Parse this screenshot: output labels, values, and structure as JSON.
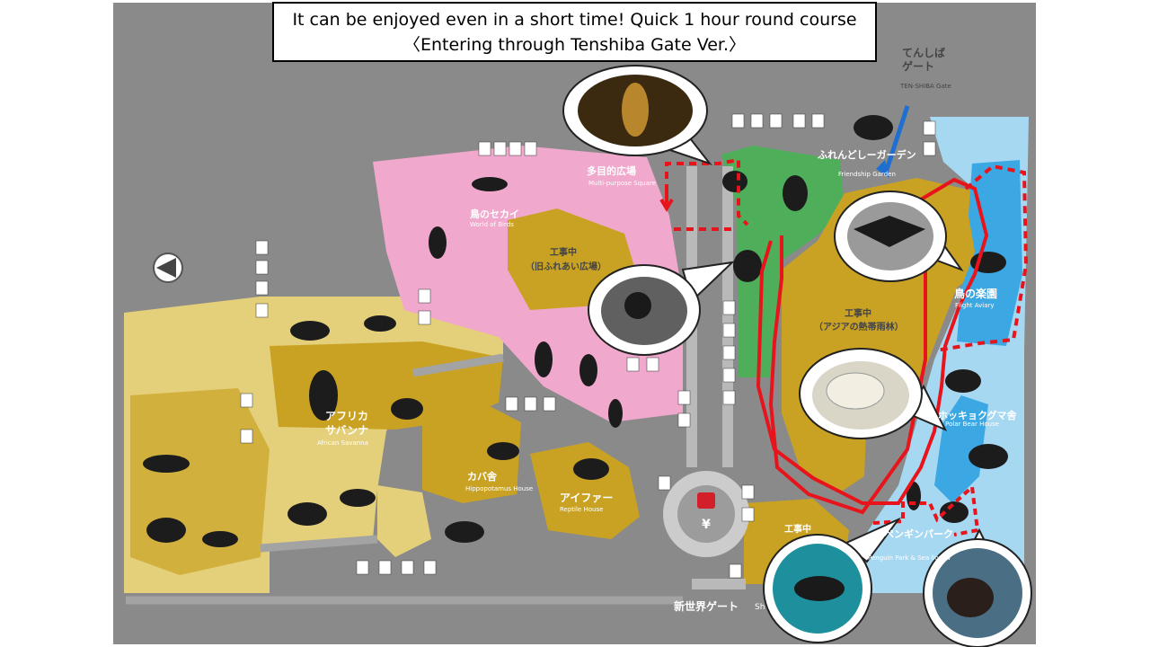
{
  "title": {
    "line1": "It can be enjoyed even in a short time! Quick 1 hour round course",
    "line2": "〈Entering through Tenshiba Gate Ver.〉"
  },
  "colors": {
    "background": "#8a8a8a",
    "savanna": "#e4cf7a",
    "exhibit": "#c9a223",
    "birds": "#f0a8cc",
    "garden": "#4fae5a",
    "aquatic": "#a7d8f2",
    "route": "#e8141c"
  },
  "icons": [
    "compass-arrow-icon",
    "restroom-icon",
    "wheelchair-icon",
    "baby-icon",
    "cafe-icon",
    "shop-icon",
    "gate-icon",
    "coin-locker-icon"
  ],
  "labels": {
    "tenshiba_gate_jp": "てんしば\nゲート",
    "tenshiba_gate_en": "TEN-SHIBA Gate",
    "friendship_garden_jp": "ふれんどしーガーデン",
    "friendship_garden_en": "Friendship Garden",
    "multipurpose_jp": "多目的広場",
    "multipurpose_en": "Multi-purpose Square",
    "birds_jp": "鳥のセカイ",
    "birds_en": "World of Birds",
    "construction_jp": "工事中",
    "former_square_jp": "（旧ふれあい広場）",
    "asia_construction_jp": "工事中",
    "asia_rainforest_jp": "（アジアの熱帯雨林）",
    "flight_aviary_jp": "鳥の楽園",
    "flight_aviary_en": "Flight Aviary",
    "polar_bear_jp": "ホッキョクグマ舎",
    "polar_bear_en": "Polar Bear House",
    "penguin_jp": "ペンギンパーク",
    "penguin_en": "Penguin Park & Sea lion W",
    "savanna_jp1": "アフリカ",
    "savanna_jp2": "サバンナ",
    "savanna_en": "African Savanna",
    "hippo_jp": "カバ舎",
    "hippo_en": "Hippopotamus House",
    "reptile_jp": "アイファー",
    "reptile_en": "Reptile House",
    "south_construction_jp": "工事中",
    "shinsekai_gate_jp": "新世界ゲート",
    "shinsekai_gate_en": "Sh"
  },
  "photo_bubbles": [
    "bat",
    "langur-monkey",
    "cormorant",
    "polar-bear",
    "penguin",
    "sea-lion"
  ]
}
